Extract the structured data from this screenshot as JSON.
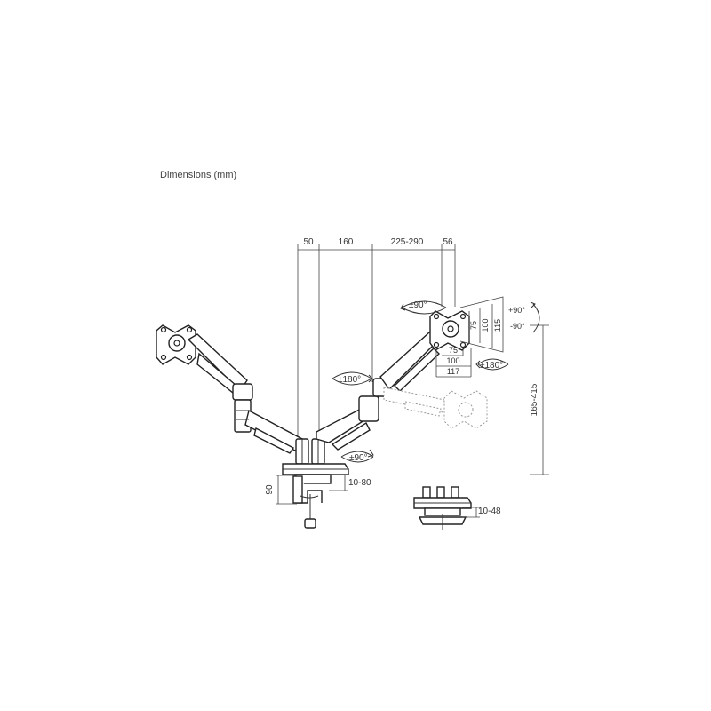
{
  "title": "Dimensions (mm)",
  "dimensions": {
    "top": [
      "50",
      "160",
      "225-290",
      "56"
    ],
    "plate_vertical": [
      "75",
      "100",
      "115"
    ],
    "plate_horizontal": [
      "75",
      "100",
      "117"
    ],
    "tilt_up": "+90°",
    "tilt_down": "-90°",
    "height_range": "165-415",
    "clamp_height": "90",
    "clamp_range": "10-80",
    "grommet_range": "10-48"
  },
  "rotations": {
    "head_swivel": "±90°",
    "elbow": "±180°",
    "base": "±90°",
    "plate": "±180°"
  }
}
